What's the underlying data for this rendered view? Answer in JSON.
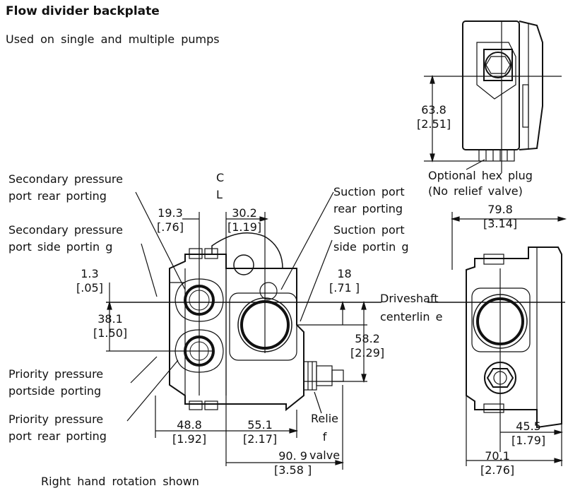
{
  "header": {
    "title": "Flow divider backplate",
    "subtitle": "Used on single and multiple pumps"
  },
  "callouts": {
    "secondary_rear": [
      "Secondary pressure",
      "port rear porting"
    ],
    "secondary_side": [
      "Secondary pressure",
      "port side portin g"
    ],
    "priority_side": [
      "Priority pressure",
      "portside porting"
    ],
    "priority_rear": [
      "Priority pressure",
      "port rear porting"
    ],
    "suction_rear": [
      "Suction port",
      "rear porting"
    ],
    "suction_side": [
      "Suction port",
      "side portin g"
    ],
    "centerline": [
      "C",
      "L"
    ],
    "driveshaft": [
      "Driveshaft",
      "centerlin e"
    ],
    "hex_plug": [
      "Optional hex plug",
      "(No relief valve)"
    ],
    "relief": [
      "Relie",
      "f",
      "valve"
    ]
  },
  "dimensions": {
    "d63_8": [
      "63.8",
      "[2.51]"
    ],
    "d79_8": [
      "79.8",
      "[3.14]"
    ],
    "d19_3": [
      "19.3",
      "[.76]"
    ],
    "d30_2": [
      "30.2",
      "[1.19]"
    ],
    "d1_3": [
      "1.3",
      "[.05]"
    ],
    "d38_1": [
      "38.1",
      "[1.50]"
    ],
    "d18": [
      "18",
      "[.71 ]"
    ],
    "d58_2": [
      "58.2",
      "[2.29]"
    ],
    "d48_8": [
      "48.8",
      "[1.92]"
    ],
    "d55_1": [
      "55.1",
      "[2.17]"
    ],
    "d90_9": [
      "90. 9",
      "[3.58 ]"
    ],
    "d45_5": [
      "45.5",
      "[1.79]"
    ],
    "d70_1": [
      "70.1",
      "[2.76]"
    ]
  },
  "footer": {
    "note": "Right hand rotation shown"
  }
}
